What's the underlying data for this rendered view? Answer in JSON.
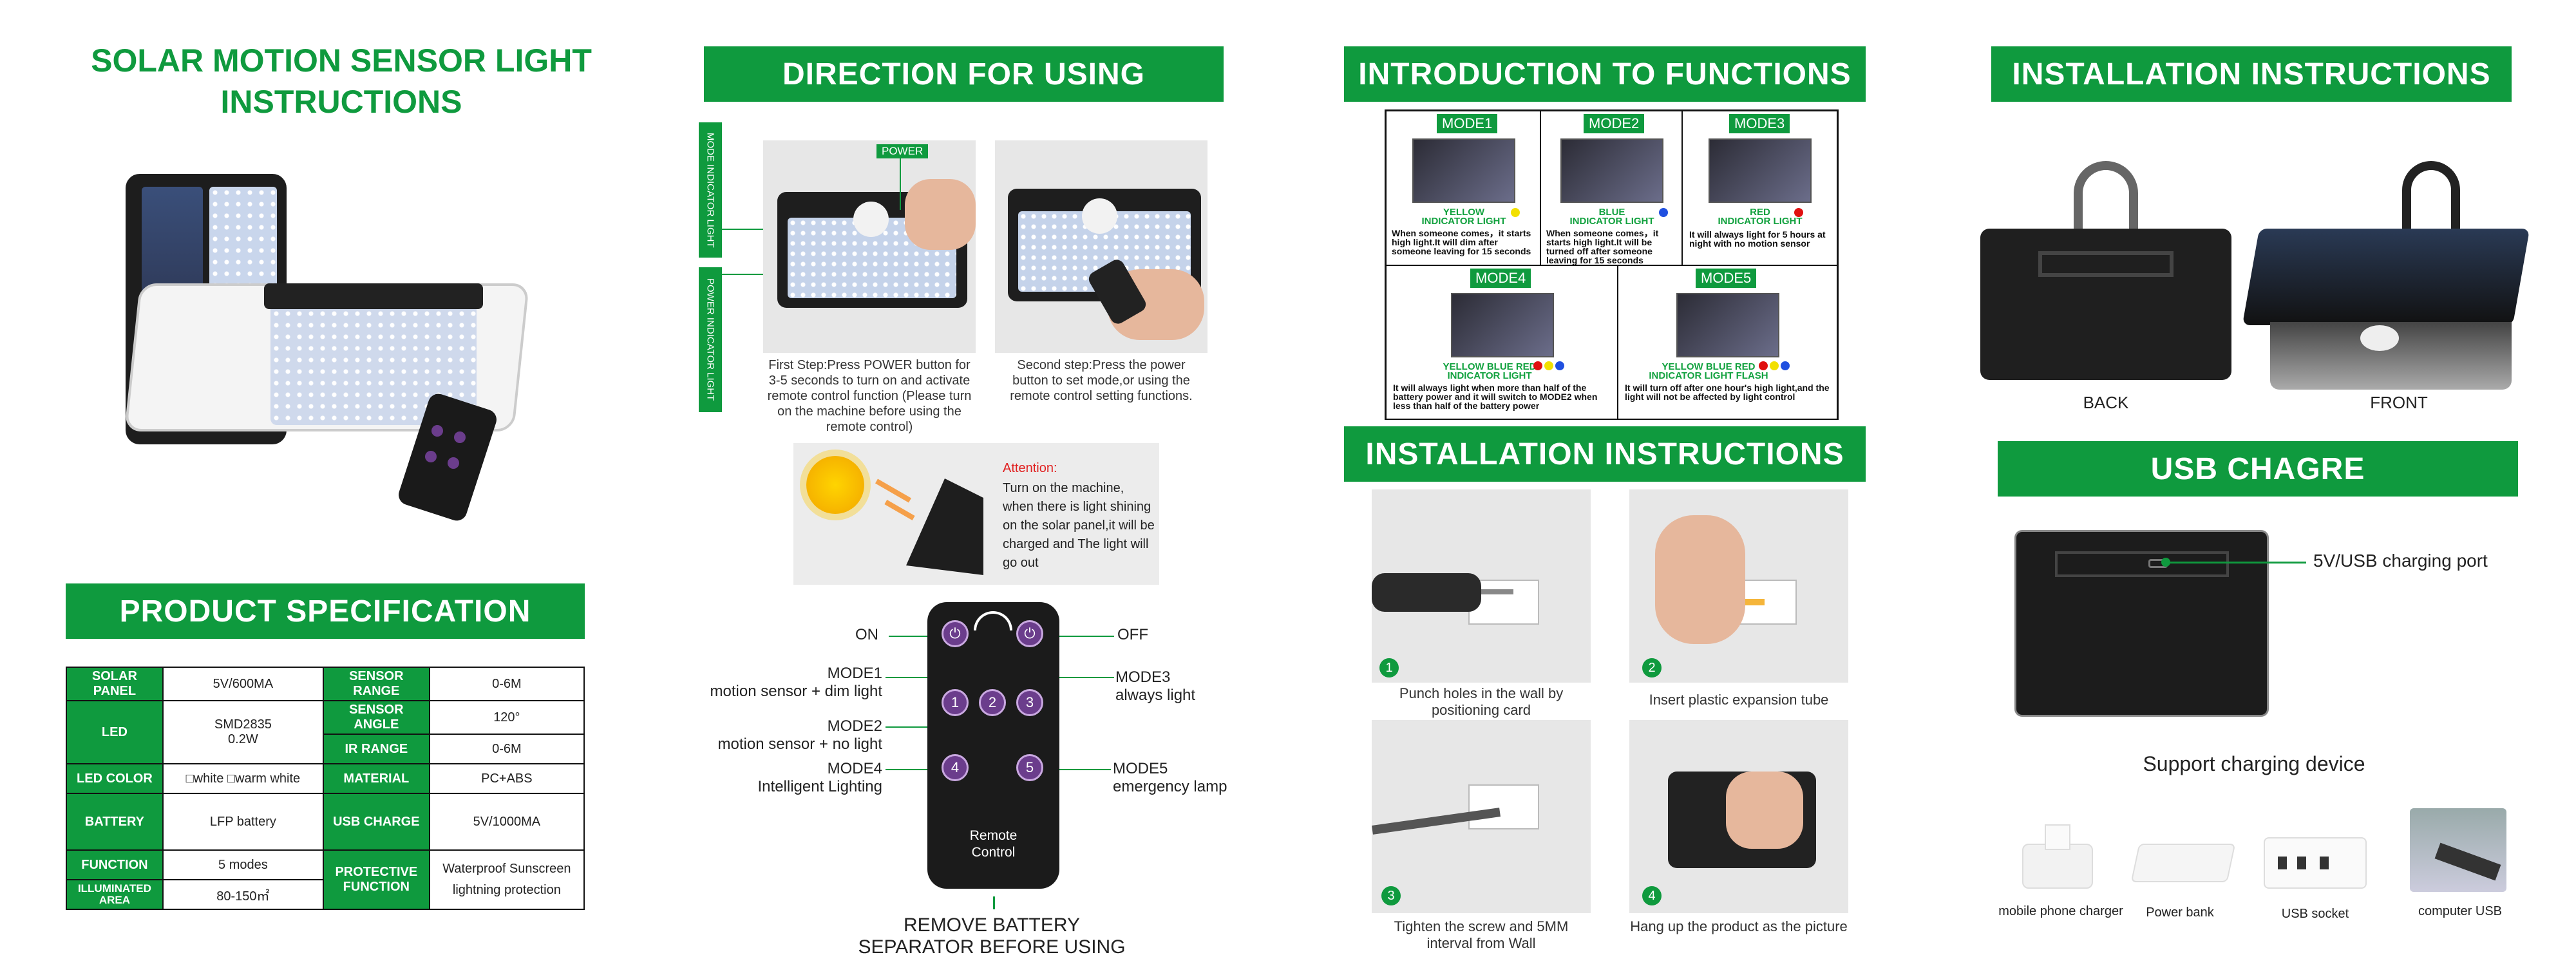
{
  "main_title_line1": "SOLAR MOTION SENSOR LIGHT",
  "main_title_line2": "INSTRUCTIONS",
  "spec": {
    "title": "PRODUCT SPECIFICATION",
    "solar_panel_k": "SOLAR PANEL",
    "solar_panel_v": "5V/600MA",
    "sensor_range_k": "SENSOR RANGE",
    "sensor_range_v": "0-6M",
    "led_k": "LED",
    "led_v1": "SMD2835",
    "led_v2": "0.2W",
    "sensor_angle_k": "SENSOR ANGLE",
    "sensor_angle_v": "120°",
    "ir_range_k": "IR RANGE",
    "ir_range_v": "0-6M",
    "led_color_k": "LED COLOR",
    "led_color_v": "□white  □warm white",
    "material_k": "MATERIAL",
    "material_v": "PC+ABS",
    "battery_k": "BATTERY",
    "battery_v": "LFP battery",
    "usb_charge_k": "USB CHARGE",
    "usb_charge_v": "5V/1000MA",
    "function_k": "FUNCTION",
    "function_v": "5 modes",
    "protective_k": "PROTECTIVE FUNCTION",
    "protective_v1": "Waterproof Sunscreen",
    "protective_v2": "lightning protection",
    "illuminated_k": "ILLUMINATED AREA",
    "illuminated_v": "80-150㎡"
  },
  "direction": {
    "title": "DIRECTION FOR USING",
    "side1": "MODE INDICATOR LIGHT",
    "side2": "POWER INDICATOR LIGHT",
    "power_tag": "POWER",
    "step1": "First Step:Press POWER button for 3-5 seconds to turn on and activate remote control function (Please turn on the machine before using the remote control)",
    "step2": "Second step:Press the power button to set mode,or using the remote control setting functions.",
    "attention_label": "Attention:",
    "attention_text": "Turn on the machine, when there is light shining on the solar panel,it will be charged and The light will go out",
    "on": "ON",
    "off": "OFF",
    "mode1_a": "MODE1",
    "mode1_b": "motion sensor + dim light",
    "mode2_a": "MODE2",
    "mode2_b": "motion sensor + no light",
    "mode3_a": "MODE3",
    "mode3_b": "always light",
    "mode4_a": "MODE4",
    "mode4_b": "Intelligent Lighting",
    "mode5_a": "MODE5",
    "mode5_b": "emergency lamp",
    "remote_line1": "Remote",
    "remote_line2": "Control",
    "remove1": "REMOVE BATTERY",
    "remove2": "SEPARATOR BEFORE USING"
  },
  "functions": {
    "title": "INTRODUCTION TO FUNCTIONS",
    "m1": "MODE1",
    "m1_lbl1": "YELLOW",
    "m1_lbl2": "INDICATOR LIGHT",
    "m1_desc": "When someone comes，it starts high light.It will dim after someone leaving for 15 seconds",
    "m2": "MODE2",
    "m2_lbl1": "BLUE",
    "m2_lbl2": "INDICATOR LIGHT",
    "m2_desc": "When someone comes，it starts high light.It will be turned off after someone leaving for 15 seconds",
    "m3": "MODE3",
    "m3_lbl1": "RED",
    "m3_lbl2": "INDICATOR LIGHT",
    "m3_desc": "It will always light for 5 hours at night with no motion sensor",
    "m4": "MODE4",
    "m4_lbl1": "YELLOW BLUE RED",
    "m4_lbl2": "INDICATOR LIGHT",
    "m4_desc": "It will always light when more than half of the battery power and it will switch to MODE2 when less than half of the battery power",
    "m5": "MODE5",
    "m5_lbl1": "YELLOW BLUE RED",
    "m5_lbl2": "INDICATOR LIGHT FLASH",
    "m5_desc": "It will turn off after one hour's high light,and the light will not be affected by light control"
  },
  "install_mid": {
    "title": "INSTALLATION INSTRUCTIONS",
    "s1": "Punch holes in the wall by positioning card",
    "s2": "Insert plastic expansion tube",
    "s3": "Tighten the screw and 5MM interval from Wall",
    "s4": "Hang up the product as the picture",
    "n1": "1",
    "n2": "2",
    "n3": "3",
    "n4": "4"
  },
  "install_right": {
    "title": "INSTALLATION INSTRUCTIONS",
    "back": "BACK",
    "front": "FRONT"
  },
  "usb": {
    "title": "USB CHAGRE",
    "port": "5V/USB charging port",
    "support": "Support charging device",
    "d1": "mobile phone charger",
    "d2": "Power bank",
    "d3": "USB socket",
    "d4": "computer USB"
  }
}
